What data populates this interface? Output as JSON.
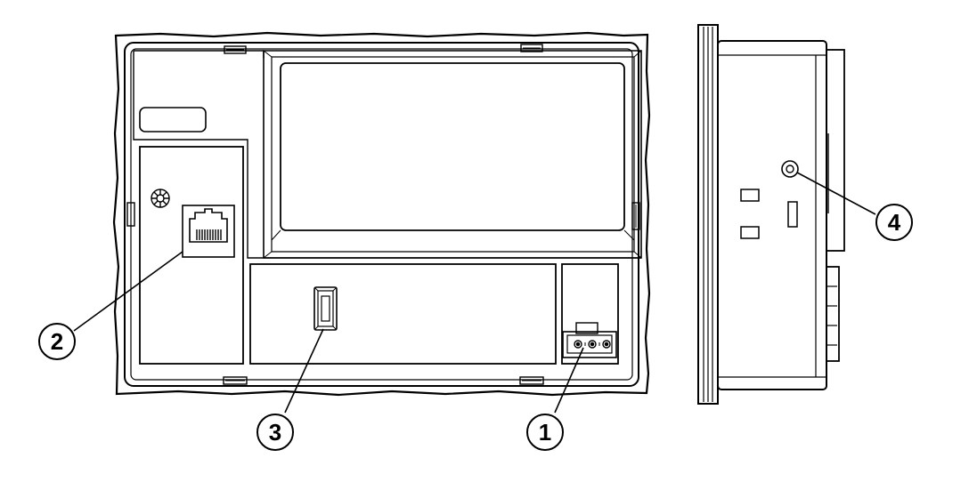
{
  "callouts": [
    {
      "label": "1",
      "target": "power-terminal-connector"
    },
    {
      "label": "2",
      "target": "ethernet-port"
    },
    {
      "label": "3",
      "target": "usb-port"
    },
    {
      "label": "4",
      "target": "side-indicator"
    }
  ],
  "colors": {
    "line": "#000000",
    "background": "#ffffff",
    "frame_fill": "#ffffff"
  }
}
